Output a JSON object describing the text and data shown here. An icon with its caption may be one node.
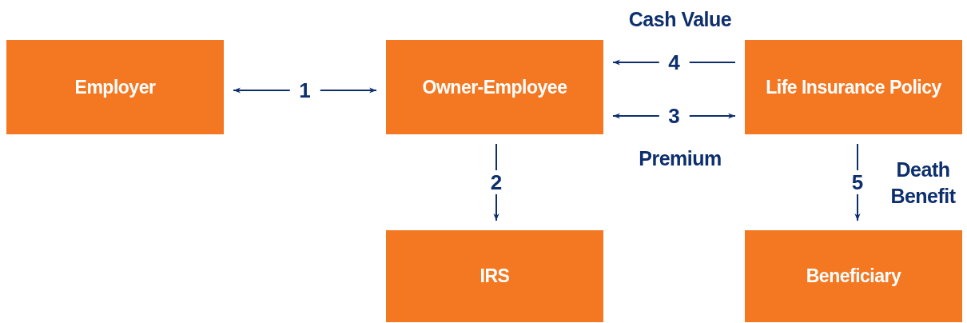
{
  "diagram": {
    "nodes": [
      {
        "text": [
          "Employer"
        ]
      },
      {
        "text": [
          "Owner-Employee"
        ]
      },
      {
        "text": [
          "Life Insurance Policy"
        ]
      },
      {
        "text": [
          "IRS"
        ]
      },
      {
        "text": [
          "Beneficiary"
        ]
      }
    ],
    "edges": [
      {
        "from": 0,
        "to": 1,
        "arrow": "both",
        "label": "1"
      },
      {
        "from": 1,
        "to": 3,
        "arrow": "to",
        "label": "2"
      },
      {
        "from": 2,
        "to": 1,
        "arrow": "to",
        "label": "4"
      },
      {
        "from": 1,
        "to": 2,
        "arrow": "both",
        "label": "3"
      },
      {
        "from": 2,
        "to": 4,
        "arrow": "to",
        "label": "5"
      }
    ],
    "labels": [
      "Cash Value",
      "Premium",
      "Death Benefit"
    ]
  }
}
